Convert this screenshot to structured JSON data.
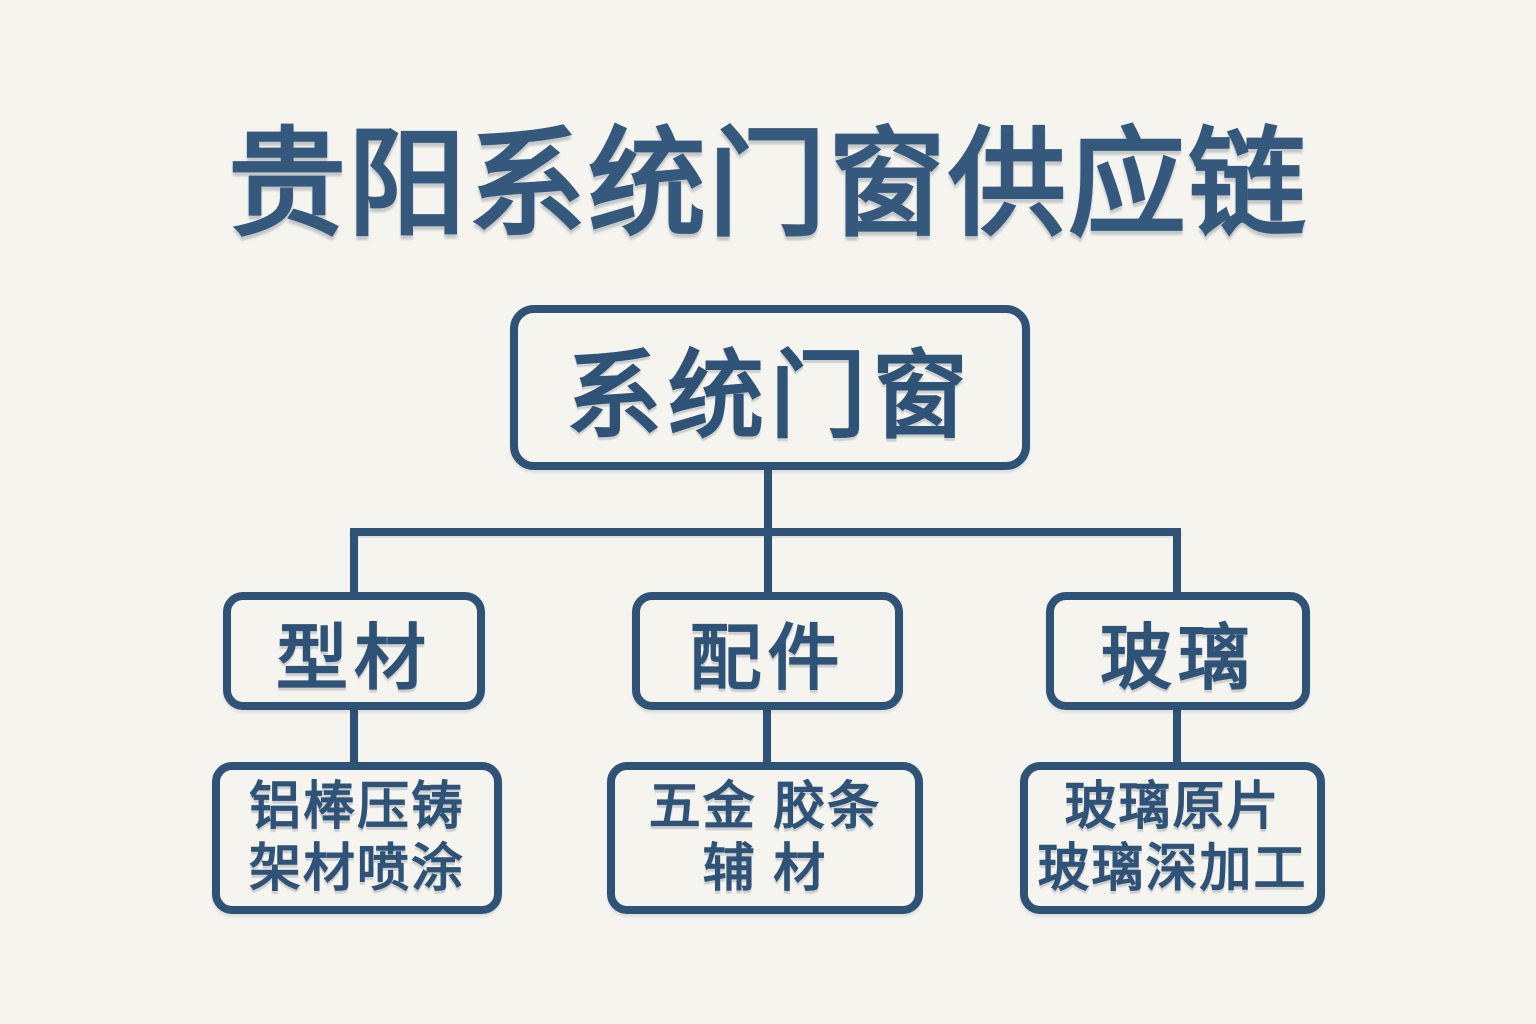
{
  "title": "贵阳系统门窗供应链",
  "colors": {
    "background": "#f6f4ef",
    "accent": "#2f5277",
    "title_text": "#35587d"
  },
  "diagram": {
    "type": "tree",
    "root": {
      "label": "系统门窗"
    },
    "branches": [
      {
        "label": "型材",
        "details": [
          "铝棒压铸",
          "架材喷涂"
        ]
      },
      {
        "label": "配件",
        "details": [
          "五金 胶条",
          "辅 材"
        ]
      },
      {
        "label": "玻璃",
        "details": [
          "玻璃原片",
          "玻璃深加工"
        ]
      }
    ]
  }
}
